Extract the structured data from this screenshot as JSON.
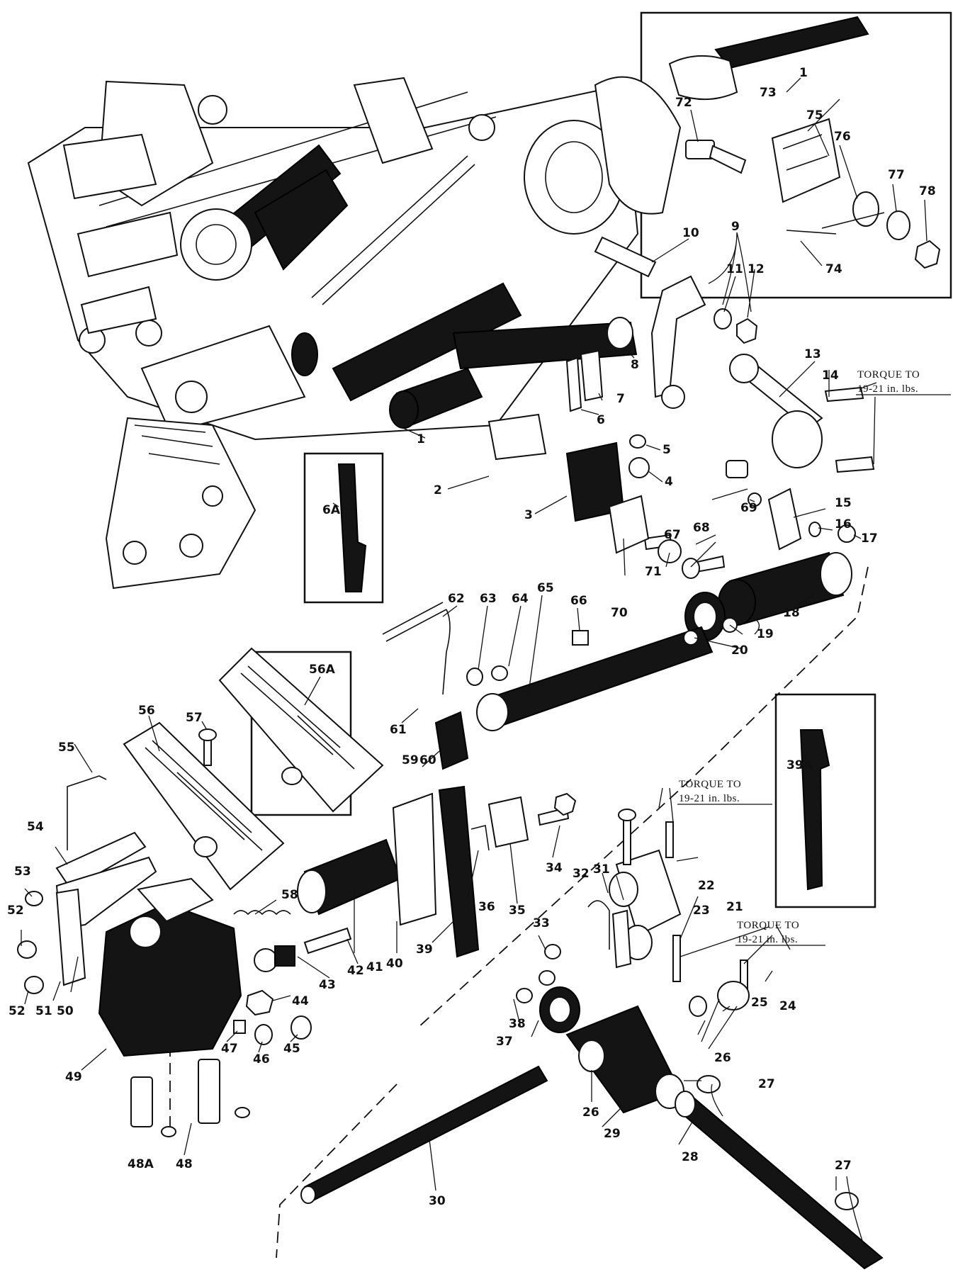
{
  "torque_notes": [
    {
      "line1": "TORQUE TO",
      "line2": "19-21 in. lbs."
    },
    {
      "line1": "TORQUE TO",
      "line2": "19-21 in. lbs."
    },
    {
      "line1": "TORQUE TO",
      "line2": "19-21 in. lbs."
    }
  ],
  "part_numbers": [
    "1",
    "2",
    "3",
    "4",
    "5",
    "6",
    "6A",
    "7",
    "8",
    "9",
    "10",
    "11",
    "12",
    "13",
    "14",
    "15",
    "16",
    "17",
    "18",
    "19",
    "20",
    "21",
    "22",
    "23",
    "24",
    "25",
    "26",
    "26",
    "27",
    "27",
    "28",
    "29",
    "30",
    "31",
    "32",
    "33",
    "34",
    "35",
    "36",
    "37",
    "38",
    "39",
    "39A",
    "40",
    "41",
    "42",
    "43",
    "44",
    "45",
    "46",
    "47",
    "48",
    "48A",
    "49",
    "50",
    "51",
    "52",
    "52",
    "53",
    "54",
    "55",
    "56",
    "56A",
    "57",
    "58",
    "59",
    "60",
    "61",
    "62",
    "63",
    "64",
    "65",
    "66",
    "67",
    "68",
    "69",
    "70",
    "71",
    "72",
    "73",
    "74",
    "75",
    "76",
    "77",
    "78",
    "1"
  ],
  "colors": {
    "ink": "#111111",
    "paper": "#ffffff"
  }
}
